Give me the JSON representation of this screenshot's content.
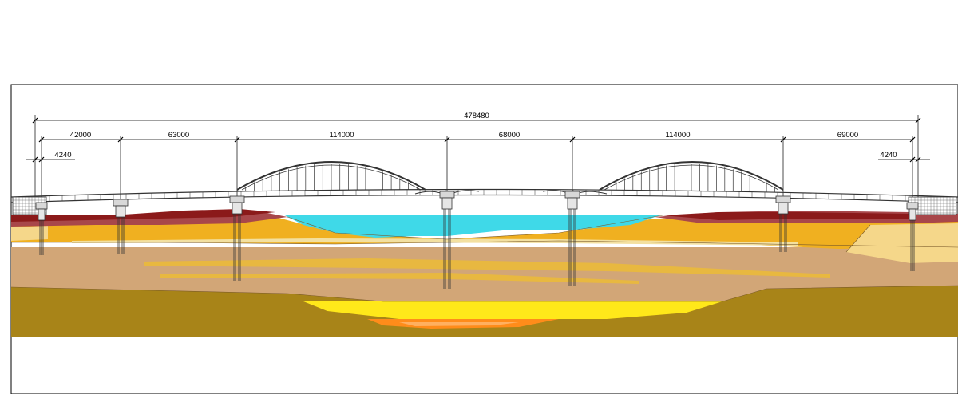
{
  "dimensions": {
    "overall": "478480",
    "spans": [
      "42000",
      "63000",
      "114000",
      "68000",
      "114000",
      "69000"
    ],
    "abutment_left": "4240",
    "abutment_right": "4240"
  },
  "colors": {
    "water": "#3fd9e8",
    "topsoil_dark": "#8b1a1a",
    "topsoil_red": "#a8474a",
    "sand_orange": "#f0b020",
    "sand_light": "#f5d78a",
    "loam": "#d2a677",
    "clay_band": "#e8b840",
    "bedrock": "#a88418",
    "lens_yellow": "#ffe81a",
    "lens_orange": "#ff8c1a",
    "structure": "#333333"
  }
}
